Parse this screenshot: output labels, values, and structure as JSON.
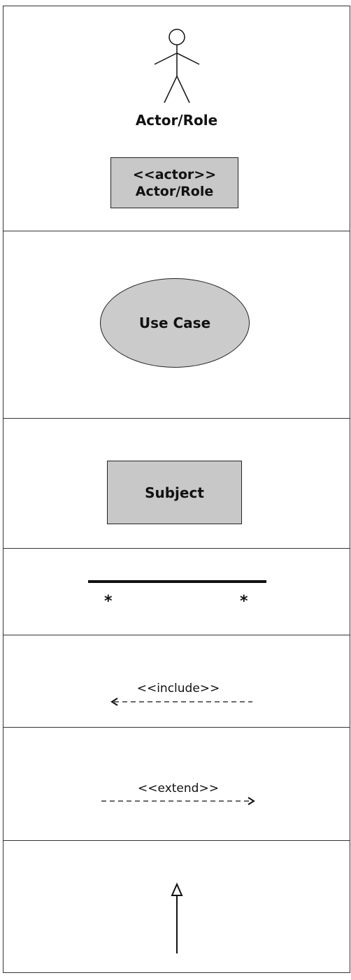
{
  "actor": {
    "label": "Actor/Role",
    "stereotype_line1": "<<actor>>",
    "stereotype_line2": "Actor/Role",
    "box_fill": "#c8c8c8"
  },
  "use_case": {
    "label": "Use Case",
    "fill": "#cbcbcb"
  },
  "subject": {
    "label": "Subject",
    "fill": "#c8c8c8"
  },
  "association": {
    "left_multiplicity": "*",
    "right_multiplicity": "*"
  },
  "include": {
    "label": "<<include>>",
    "arrow_direction": "left"
  },
  "extend": {
    "label": "<<extend>>",
    "arrow_direction": "right"
  },
  "generalization": {
    "arrow_direction": "up",
    "arrowhead": "hollow-triangle"
  }
}
